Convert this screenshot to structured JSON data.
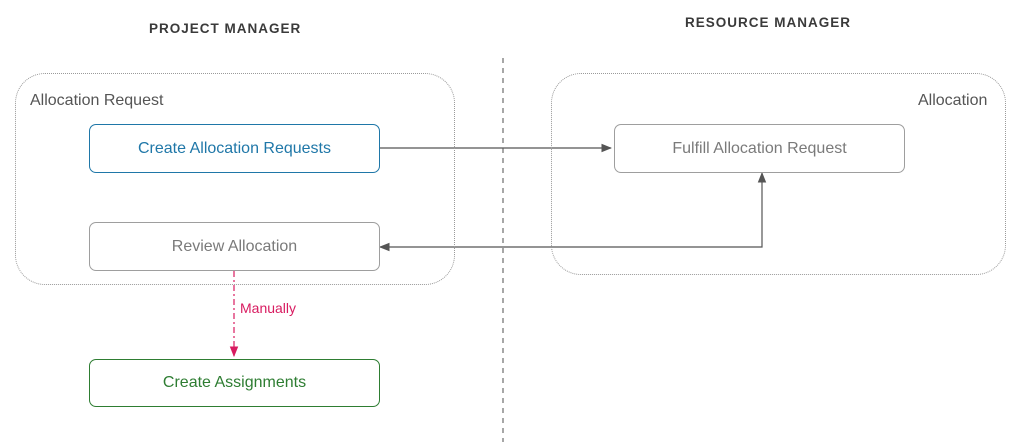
{
  "lanes": {
    "project_manager": "PROJECT MANAGER",
    "resource_manager": "RESOURCE MANAGER"
  },
  "groups": {
    "allocation_request": "Allocation Request",
    "allocation": "Allocation"
  },
  "nodes": {
    "create_allocation_requests": "Create Allocation Requests",
    "review_allocation": "Review Allocation",
    "create_assignments": "Create Assignments",
    "fulfill_allocation_request": "Fulfill Allocation Request"
  },
  "edges": {
    "manually": "Manually"
  },
  "colors": {
    "blue": "#1f77a8",
    "green": "#2e7d32",
    "gray_text": "#7a7a7a",
    "gray_border": "#9e9e9e",
    "arrow": "#555555",
    "dashed_arrow": "#d81b60",
    "divider": "#8a8a8a"
  }
}
